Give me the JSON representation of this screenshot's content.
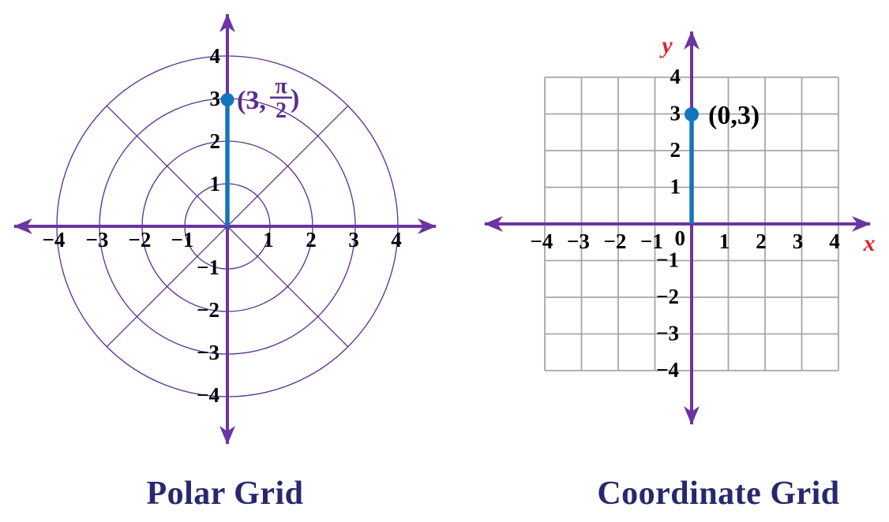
{
  "figure": {
    "description": "Side-by-side comparison of a polar grid and a cartesian coordinate grid, each plotting the same point as a vertical blue segment of length 3 from the origin"
  },
  "colors": {
    "axis_purple": "#6b34a2",
    "circle_purple": "#5c2d90",
    "grid_gray": "#a6a6a6",
    "segment_blue": "#1275bd",
    "point_blue": "#1275bd",
    "tick_black": "#000000",
    "axis_letter_red": "#e51f30",
    "title_navy": "#28286e",
    "polar_point_label_purple": "#5c2d90"
  },
  "polar_panel": {
    "title": "Polar Grid",
    "x_ticks": [
      "−4",
      "−3",
      "−2",
      "−1",
      "1",
      "2",
      "3",
      "4"
    ],
    "y_ticks": [
      "4",
      "3",
      "2",
      "1",
      "−1",
      "−2",
      "−3",
      "−4"
    ],
    "point_label": {
      "open": "(3,",
      "numerator": "π",
      "denominator": "2",
      "close": ")"
    }
  },
  "coordinate_panel": {
    "title": "Coordinate Grid",
    "x_axis_letter": "x",
    "y_axis_letter": "y",
    "origin_label": "0",
    "x_ticks": [
      "−4",
      "−3",
      "−2",
      "−1",
      "1",
      "2",
      "3",
      "4"
    ],
    "y_ticks": [
      "4",
      "3",
      "2",
      "1",
      "−1",
      "−2",
      "−3",
      "−4"
    ],
    "point_label": "(0,3)"
  },
  "chart_data": [
    {
      "type": "scatter",
      "coordinate_system": "polar",
      "title": "Polar Grid",
      "points": [
        {
          "r": 3,
          "theta": "π/2",
          "label": "(3, π/2)"
        }
      ],
      "segment": {
        "from": "origin",
        "to": "r=3 at θ=π/2"
      },
      "r_circles": [
        1,
        2,
        3,
        4
      ],
      "angular_lines_deg": [
        0,
        45,
        90,
        135,
        180,
        225,
        270,
        315
      ],
      "axis_tick_labels": [
        -4,
        -3,
        -2,
        -1,
        1,
        2,
        3,
        4
      ],
      "grid": true,
      "legend": false
    },
    {
      "type": "scatter",
      "coordinate_system": "cartesian",
      "title": "Coordinate Grid",
      "points": [
        {
          "x": 0,
          "y": 3,
          "label": "(0,3)"
        }
      ],
      "segment": {
        "from": [
          0,
          0
        ],
        "to": [
          0,
          3
        ]
      },
      "xlabel": "x",
      "ylabel": "y",
      "xlim": [
        -4,
        4
      ],
      "ylim": [
        -4,
        4
      ],
      "x_ticks": [
        -4,
        -3,
        -2,
        -1,
        0,
        1,
        2,
        3,
        4
      ],
      "y_ticks": [
        -4,
        -3,
        -2,
        -1,
        1,
        2,
        3,
        4
      ],
      "grid": true,
      "legend": false
    }
  ]
}
